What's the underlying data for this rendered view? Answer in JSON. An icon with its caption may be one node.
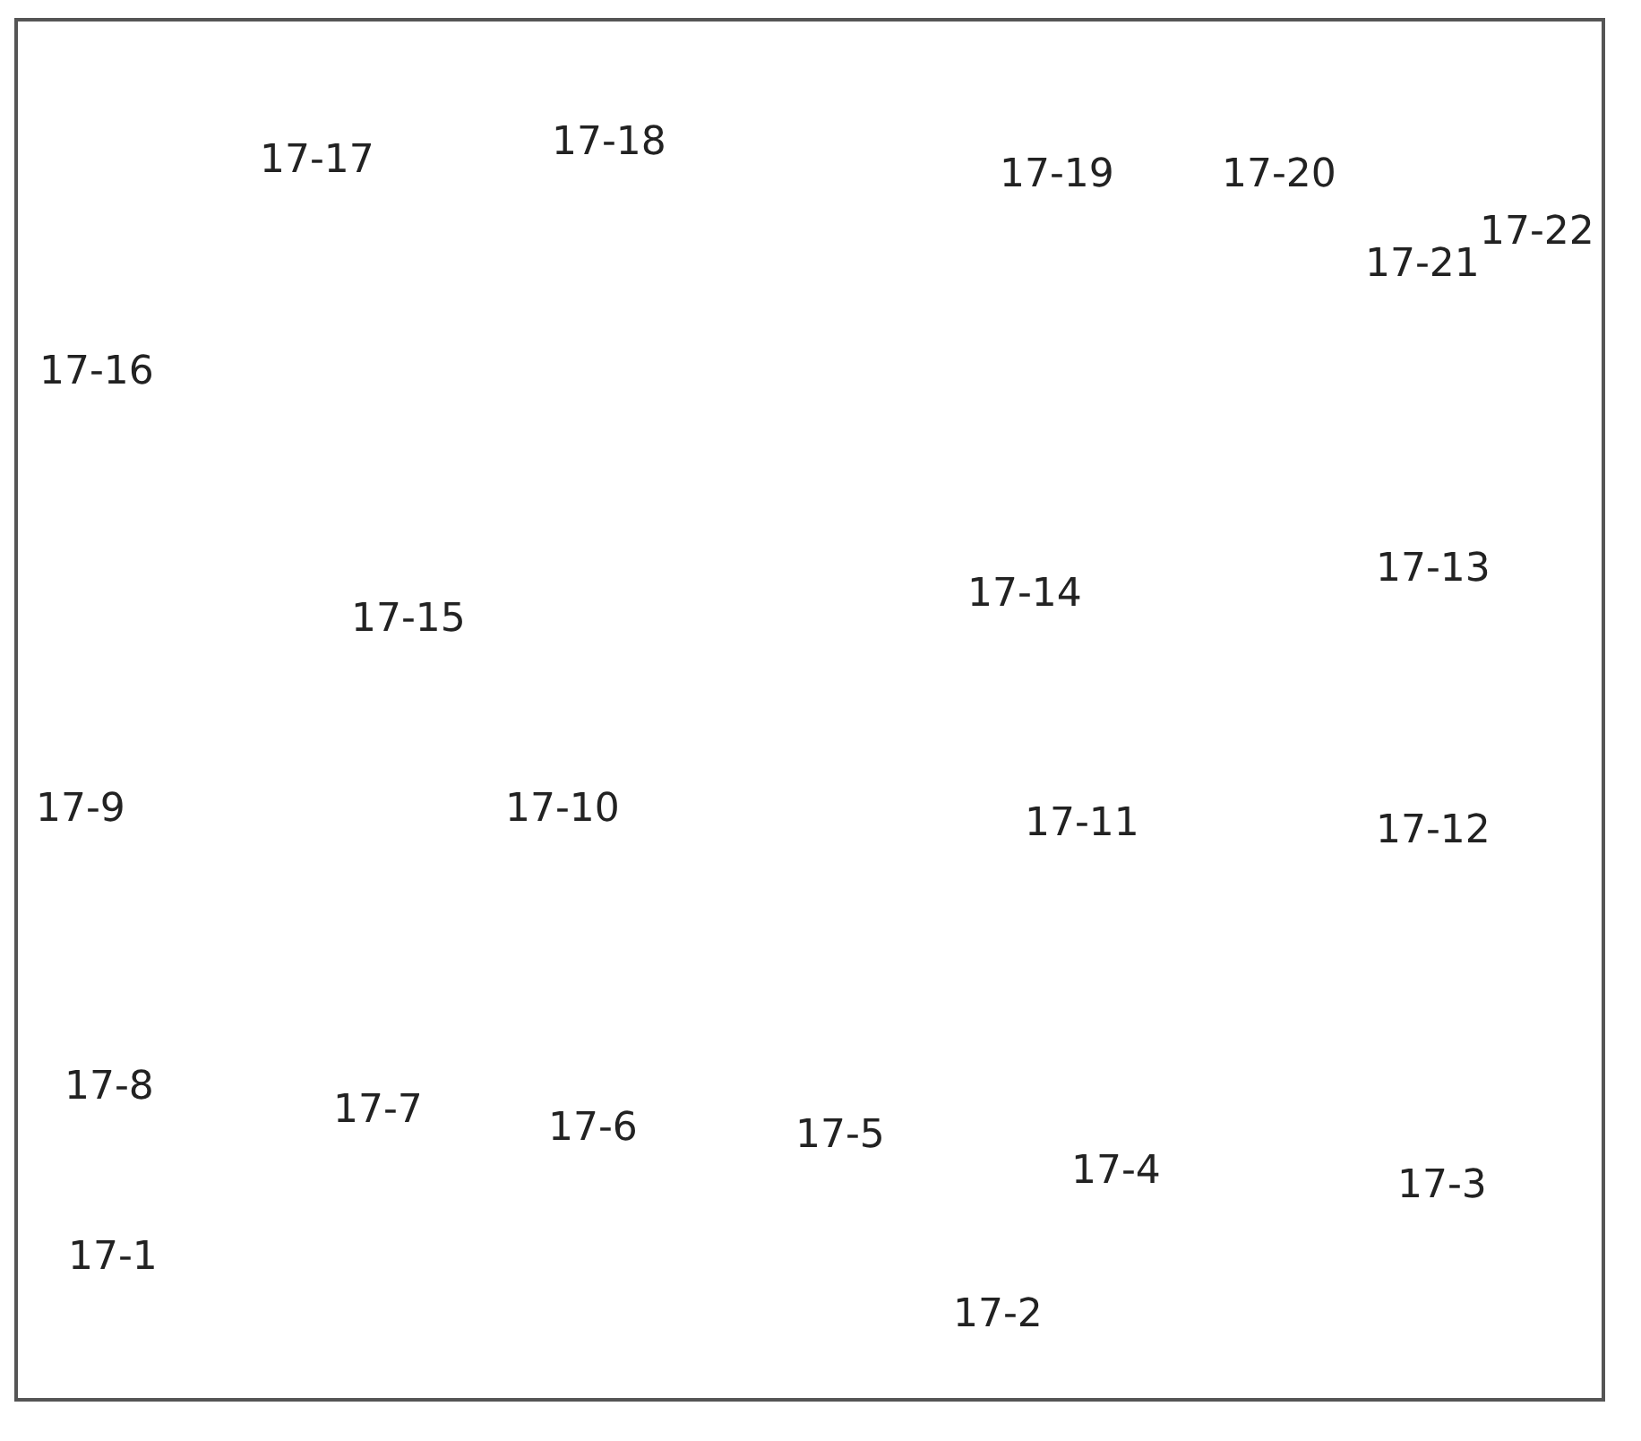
{
  "diagram": {
    "labels": [
      "17-17",
      "17-18",
      "17-19",
      "17-20",
      "17-22",
      "17-21",
      "17-16",
      "17-13",
      "17-14",
      "17-15",
      "17-9",
      "17-10",
      "17-11",
      "17-12",
      "17-8",
      "17-7",
      "17-6",
      "17-5",
      "17-4",
      "17-3",
      "17-1",
      "17-2"
    ]
  }
}
